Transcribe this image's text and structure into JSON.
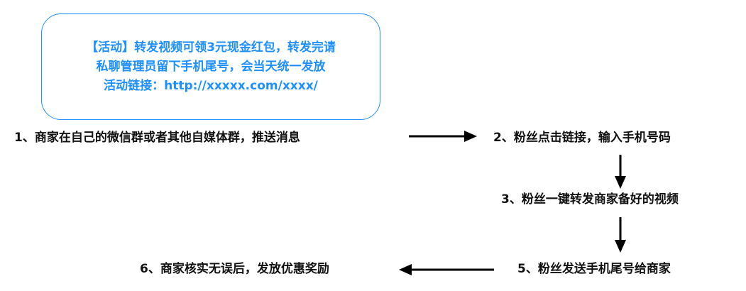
{
  "callout": {
    "lines": [
      "【活动】转发视频可领3元现金红包，转发完请",
      "私聊管理员留下手机尾号，会当天统一发放",
      "活动链接：http://xxxxx.com/xxxx/"
    ]
  },
  "steps": {
    "s1": "1、商家在自己的微信群或者其他自媒体群，推送消息",
    "s2": "2、粉丝点击链接，输入手机号码",
    "s3": "3、粉丝一键转发商家备好的视频",
    "s5": "5、粉丝发送手机尾号给商家",
    "s6": "6、商家核实无误后，发放优惠奖励"
  },
  "colors": {
    "accent": "#1e8fff",
    "text": "#111111"
  }
}
